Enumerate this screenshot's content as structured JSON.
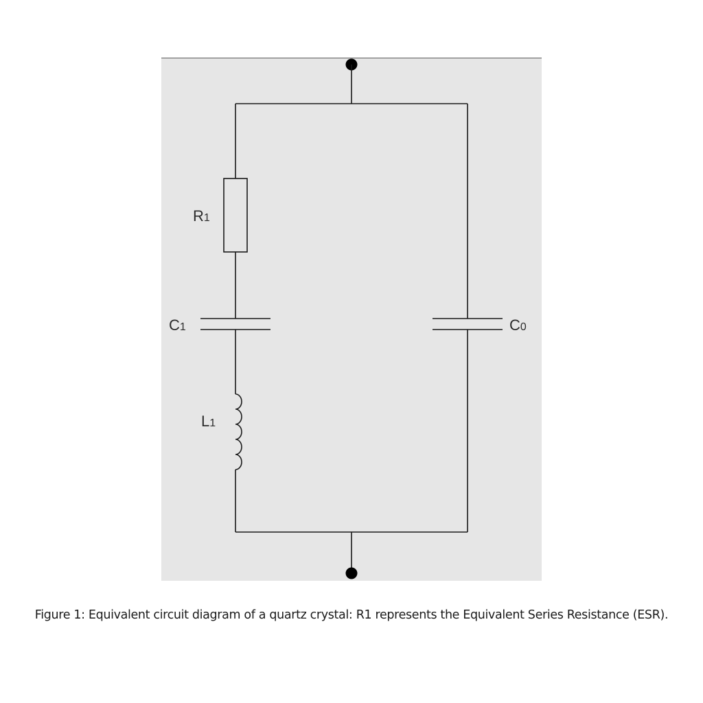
{
  "diagram": {
    "background_color": "#e6e6e6",
    "wire_color": "#1a1a1a",
    "components": {
      "r1": {
        "letter": "R",
        "subscript": "1"
      },
      "c1": {
        "letter": "C",
        "subscript": "1"
      },
      "l1": {
        "letter": "L",
        "subscript": "1"
      },
      "c0": {
        "letter": "C",
        "subscript": "0"
      }
    }
  },
  "caption": "Figure 1: Equivalent circuit diagram of a quartz crystal: R1 represents the Equivalent Series Resistance (ESR)."
}
